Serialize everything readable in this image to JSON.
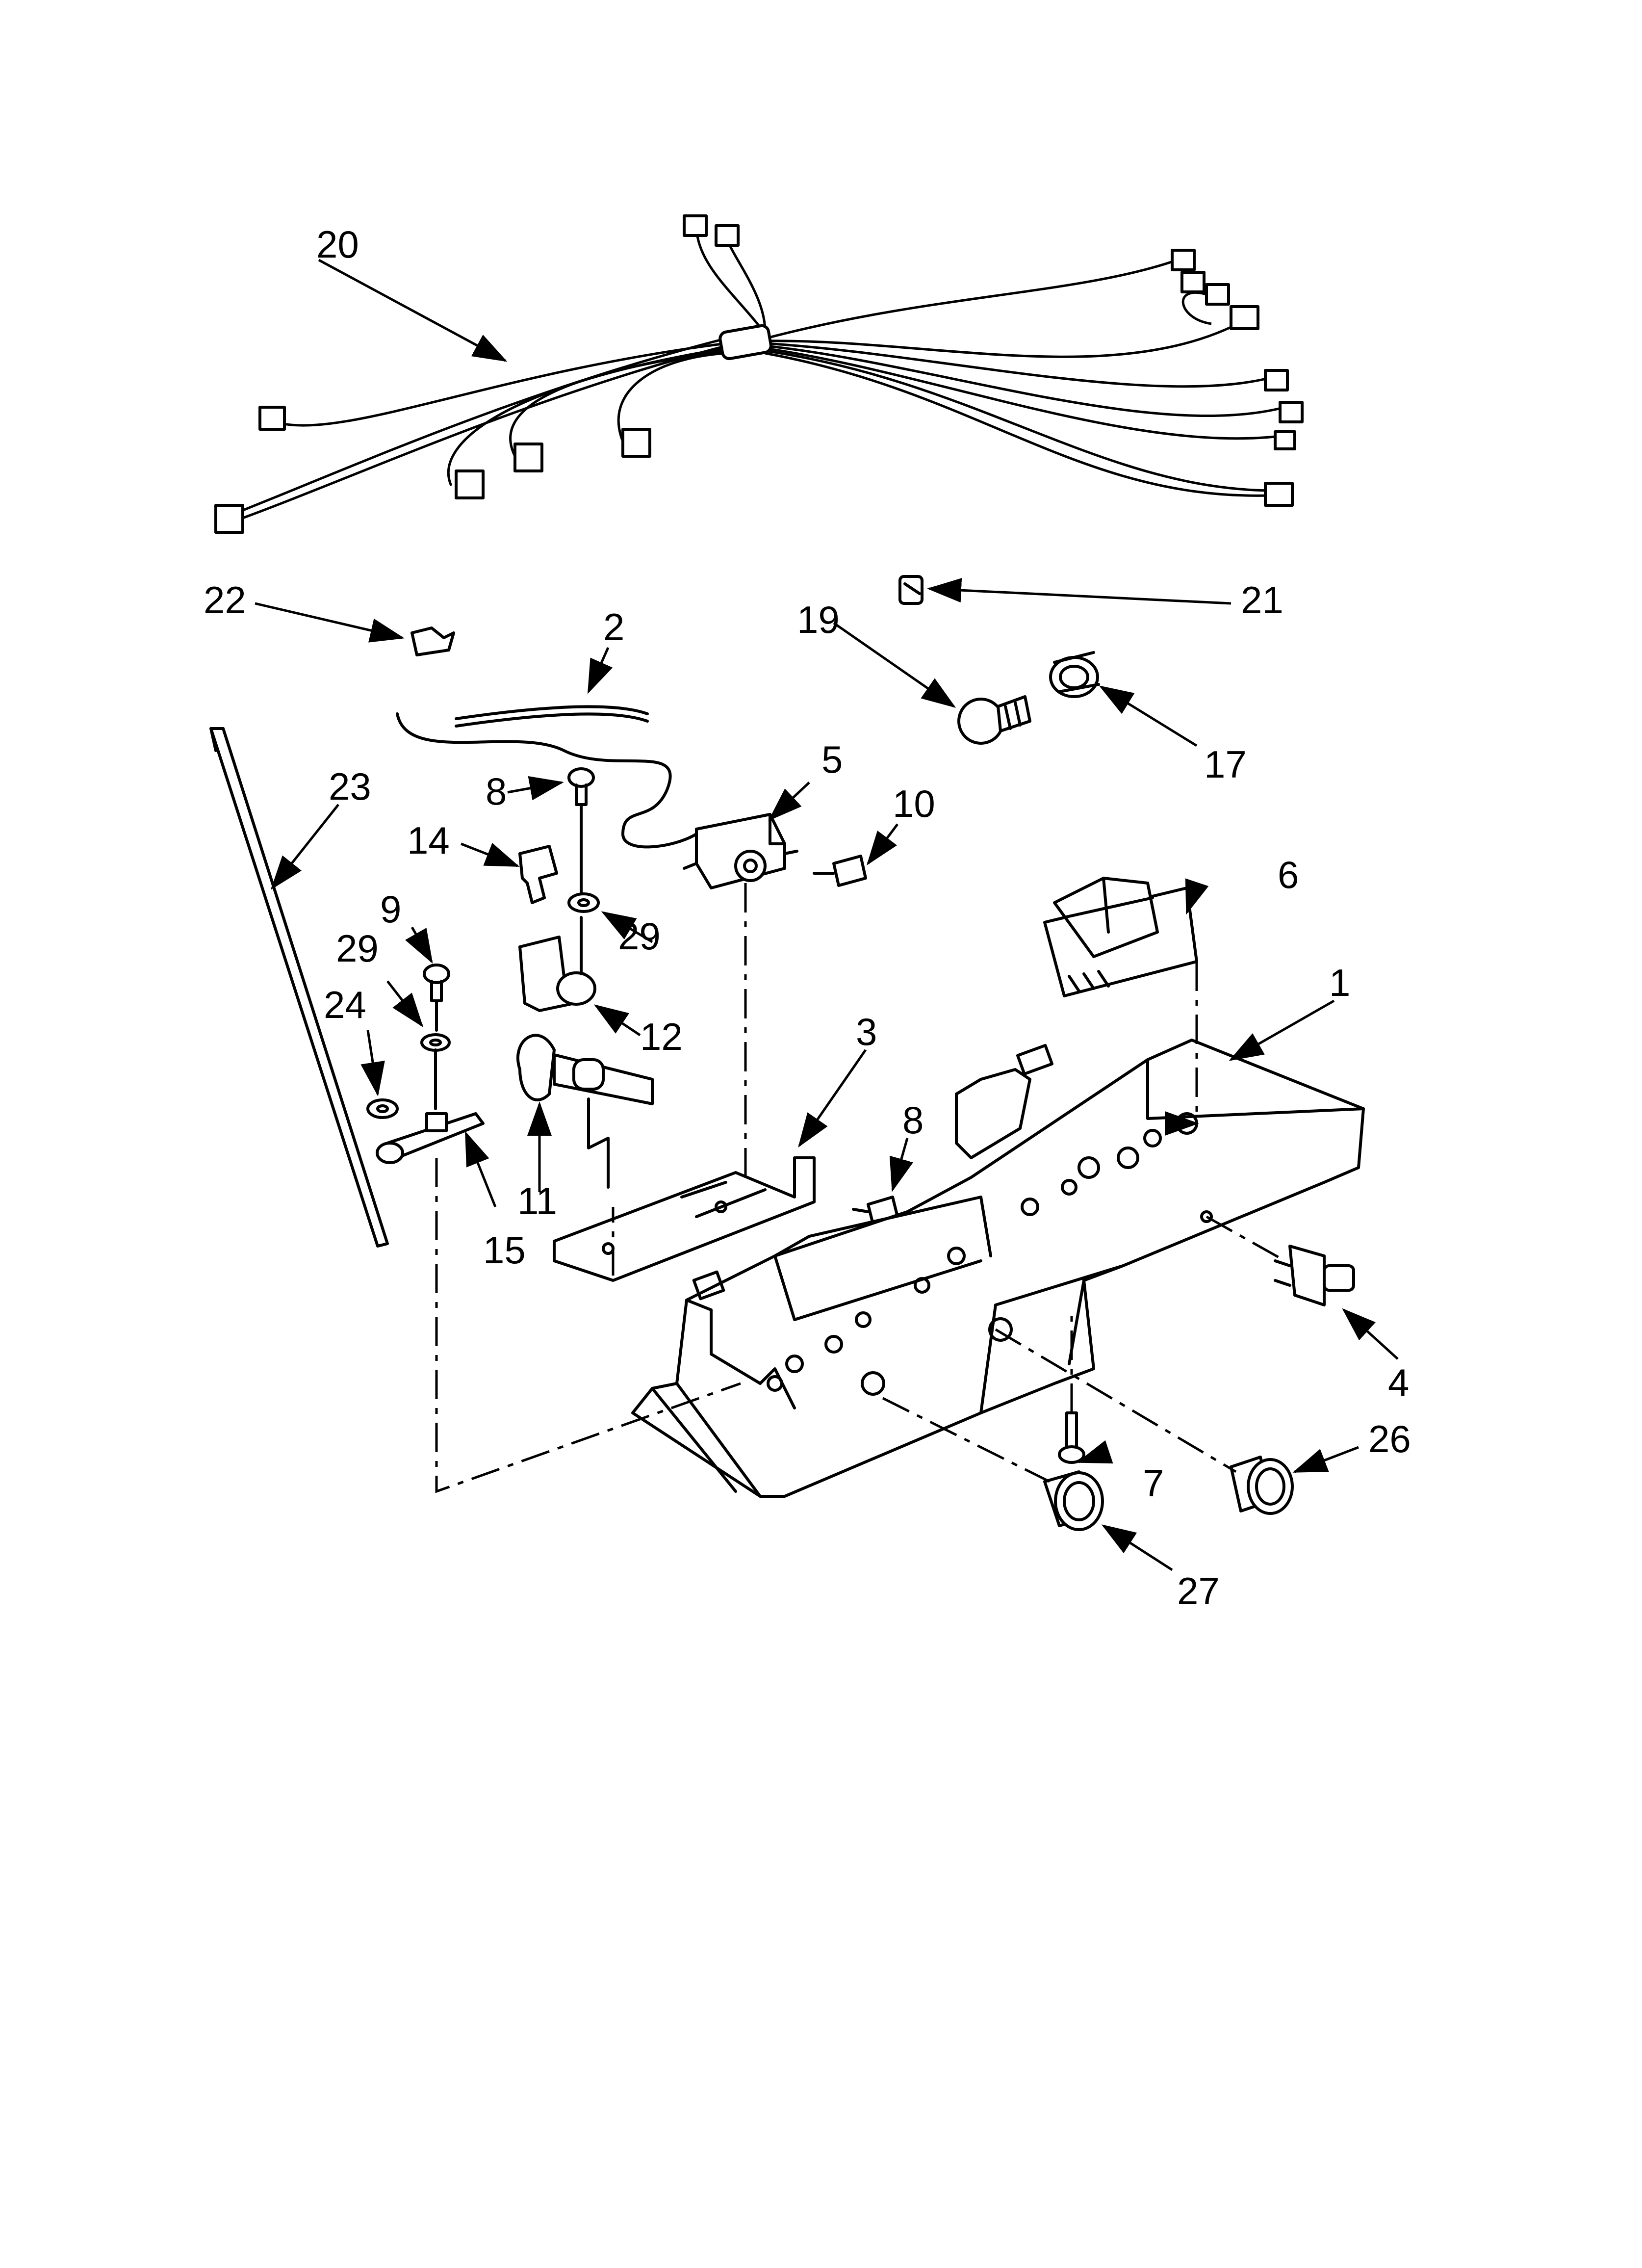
{
  "diagram": {
    "callouts": [
      "1",
      "2",
      "3",
      "4",
      "5",
      "6",
      "7",
      "8",
      "8",
      "9",
      "10",
      "11",
      "12",
      "14",
      "15",
      "17",
      "19",
      "20",
      "21",
      "22",
      "23",
      "24",
      "26",
      "27",
      "29",
      "29"
    ]
  }
}
